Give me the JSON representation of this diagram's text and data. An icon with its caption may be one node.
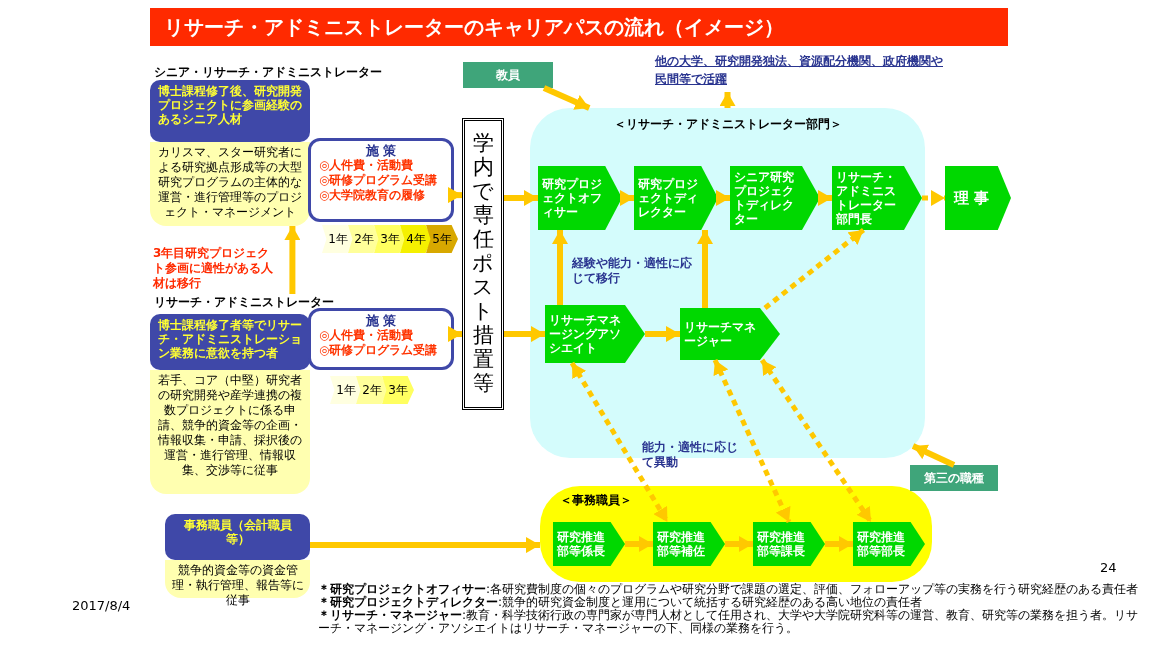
{
  "diagram": {
    "title": "リサーチ・アドミニストレーターのキャリアパスの流れ（イメージ）",
    "nodes": [
      {
        "text": [
          "シニア・リサーチ・アドミニストレーター",
          "博士課程修了後、研究開発プロジェクトに参画経験のあるシニア人材",
          "カリスマ、スター研究者による研究拠点形成等の大型研究プログラムの主体的な運営・進行管理等のプロジェクト・マネージメント"
        ]
      },
      {
        "text": [
          "施 策",
          "◎人件費・活動費",
          "◎研修プログラム受講",
          "◎大学院教育の履修"
        ],
        "beside": [
          "1年",
          "2年",
          "3年",
          "4年",
          "5年"
        ]
      },
      {
        "text": [
          "リサーチ・アドミニストレーター",
          "博士課程修了者等でリサーチ・アドミニストレーション業務に意欲を持つ者",
          "若手、コア（中堅）研究者の研究開発や産学連携の複数プロジェクトに係る申請、競争的資金等の企画・情報収集・申請、採択後の運営・進行管理、情報収集、交渉等に従事"
        ]
      },
      {
        "text": [
          "施 策",
          "◎人件費・活動費",
          "◎研修プログラム受講"
        ],
        "beside": [
          "1年",
          "2年",
          "3年"
        ]
      },
      {
        "text": [
          "事務職員（会計職員等）",
          "競争的資金等の資金管理・執行管理、報告等に従事"
        ]
      },
      {
        "text": [
          "学内で専任ポスト措置等"
        ]
      },
      {
        "text": [
          "教員"
        ]
      },
      {
        "text": [
          "他の大学、研究開発独法、資源配分機関、政府機関や民間等で活躍"
        ]
      },
      {
        "text": [
          "＜リサーチ・アドミニストレーター部門＞"
        ]
      },
      {
        "text": [
          "研究プロジェクトオフィサー"
        ],
        "in": 8
      },
      {
        "text": [
          "研究プロジェクトディレクター"
        ],
        "in": 8
      },
      {
        "text": [
          "シニア研究プロジェクトディレクター"
        ],
        "in": 8
      },
      {
        "text": [
          "リサーチ・アドミニストレーター部門長"
        ],
        "in": 8
      },
      {
        "text": [
          "理 事"
        ]
      },
      {
        "text": [
          "リサーチマネージングアソシエイト"
        ],
        "in": 8
      },
      {
        "text": [
          "リサーチマネージャー"
        ],
        "in": 8
      },
      {
        "text": [
          "＜事務職員＞"
        ]
      },
      {
        "text": [
          "研究推進部等係長"
        ],
        "in": 16
      },
      {
        "text": [
          "研究推進部等補佐"
        ],
        "in": 16
      },
      {
        "text": [
          "研究推進部等課長"
        ],
        "in": 16
      },
      {
        "text": [
          "研究推進部等部長"
        ],
        "in": 16
      },
      {
        "text": [
          "第三の職種"
        ]
      }
    ],
    "edges": [
      {
        "from": 2,
        "to": 0,
        "arrow": "to",
        "label": "3年目研究プロジェクト参画に適性がある人材は移行"
      },
      {
        "from": 1,
        "to": 5,
        "arrow": "to"
      },
      {
        "from": 3,
        "to": 5,
        "arrow": "to"
      },
      {
        "from": 5,
        "to": 9,
        "arrow": "to"
      },
      {
        "from": 5,
        "to": 14,
        "arrow": "to"
      },
      {
        "from": 4,
        "to": 16,
        "arrow": "to"
      },
      {
        "from": 6,
        "to": 8,
        "arrow": "to"
      },
      {
        "from": 8,
        "to": 7,
        "arrow": "to"
      },
      {
        "from": 9,
        "to": 10,
        "arrow": "to"
      },
      {
        "from": 10,
        "to": 11,
        "arrow": "to"
      },
      {
        "from": 11,
        "to": 12,
        "arrow": "to"
      },
      {
        "from": 12,
        "to": 13,
        "arrow": "to",
        "style": "dashed"
      },
      {
        "from": 14,
        "to": 9,
        "arrow": "to"
      },
      {
        "from": 15,
        "to": 10,
        "arrow": "to"
      },
      {
        "from": 14,
        "to": 15,
        "arrow": "to"
      },
      {
        "from": 15,
        "to": 12,
        "arrow": "to",
        "style": "dashed"
      },
      {
        "from": 14,
        "to": 18,
        "arrow": "both",
        "style": "dashed"
      },
      {
        "from": 15,
        "to": 19,
        "arrow": "both",
        "style": "dashed"
      },
      {
        "from": 15,
        "to": 20,
        "arrow": "both",
        "style": "dashed"
      },
      {
        "from": 17,
        "to": 18,
        "arrow": "to"
      },
      {
        "from": 18,
        "to": 19,
        "arrow": "to"
      },
      {
        "from": 19,
        "to": 20,
        "arrow": "to"
      },
      {
        "from": 21,
        "to": 8,
        "arrow": "to"
      }
    ],
    "labels": [
      "経験や能力・適性に応じて移行",
      "能力・適性に応じて異動",
      "2017/8/4",
      "**＊研究プロジェクトオフィサー**:各研究費制度の個々のプログラムや研究分野で課題の選定、評価、フォローアップ等の実務を行う研究経歴のある責任者",
      "**＊研究プロジェクトディレクター**:競争的研究資金制度と運用について統括する研究経歴のある高い地位の責任者",
      "**＊リサーチ・マネージャー**:教育・科学技術行政の専門家が専門人材として任用され、大学や大学院研究科等の運営、教育、研究等の業務を担う者。リサーチ・マネージング・アソシエイトはリサーチ・マネージャーの下、同様の業務を行う。",
      "24"
    ]
  }
}
